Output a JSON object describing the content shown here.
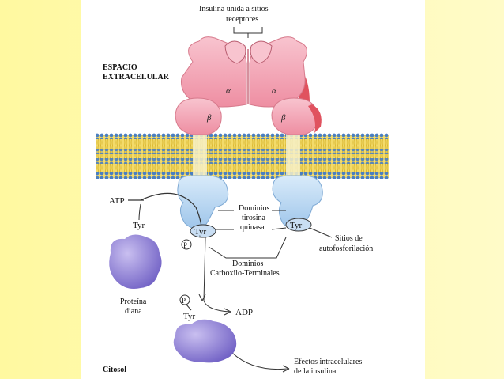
{
  "labels": {
    "insulin_binding_line1": "Insulina unida a sitios",
    "insulin_binding_line2": "receptores",
    "extracellular_line1": "ESPACIO",
    "extracellular_line2": "EXTRACELULAR",
    "alpha": "α",
    "beta": "β",
    "atp": "ATP",
    "tyr": "Tyr",
    "phospho": "P",
    "kinase_domains_line1": "Dominios",
    "kinase_domains_line2": "tirosina",
    "kinase_domains_line3": "quinasa",
    "autophos_line1": "Sitios de",
    "autophos_line2": "autofosforilación",
    "carboxyl_line1": "Dominios",
    "carboxyl_line2": "Carboxilo-Terminales",
    "target_protein_line1": "Proteína",
    "target_protein_line2": "diana",
    "adp": "ADP",
    "effects_line1": "Efectos intracelulares",
    "effects_line2": "de la insulina",
    "cytosol": "Citosol"
  },
  "colors": {
    "background": "#fffbc8",
    "alpha_subunit": "#f2a3b3",
    "alpha_shadow": "#e0525f",
    "membrane_yellow": "#f1d65a",
    "membrane_heads": "#4a7fc1",
    "kinase_domain": "#b9d7f2",
    "target_protein": "#8f7fd6"
  }
}
